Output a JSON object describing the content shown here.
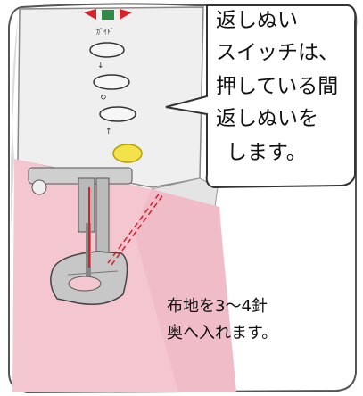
{
  "callout": {
    "lines": [
      "返しぬい",
      "スイッチは、",
      "押している間",
      "返しぬいを",
      "します。"
    ]
  },
  "fabric_note": {
    "lines": [
      "布地を3～4針",
      "奥へ入れます。"
    ]
  },
  "panel": {
    "top_button_label": "ｶﾞｲﾄﾞ",
    "indicator_colors": [
      "#d3242a",
      "#2f8a45",
      "#d3242a"
    ]
  },
  "colors": {
    "fabric": "#f3c6d0",
    "machine": "#eeeeee",
    "switch": "#f3e24a",
    "thread": "#d91f2b"
  }
}
